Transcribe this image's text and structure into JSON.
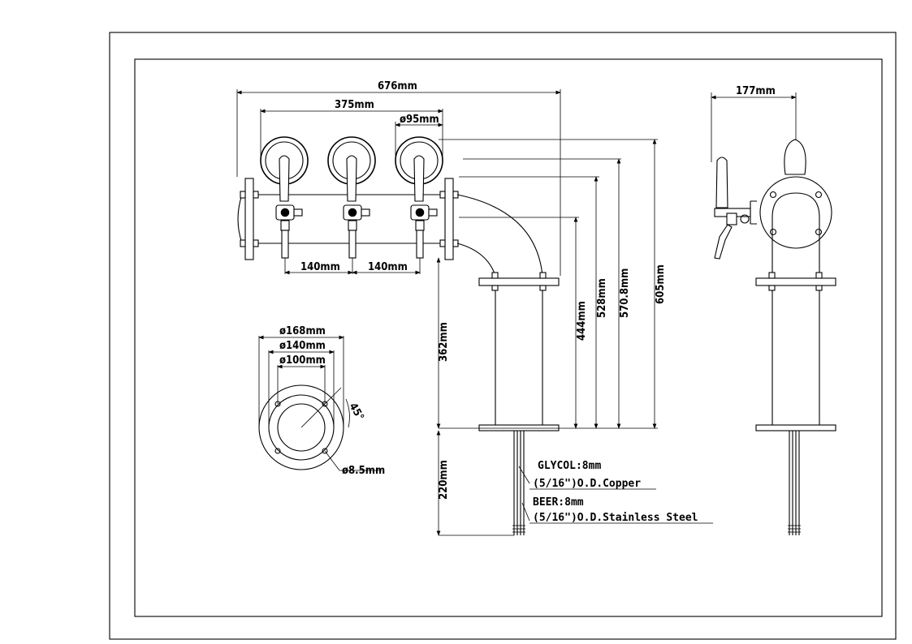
{
  "dimensions": {
    "overall_width": "676mm",
    "tap_span": "375mm",
    "flange_diameter": "ø95mm",
    "tap_spacing_1": "140mm",
    "tap_spacing_2": "140mm",
    "depth": "177mm",
    "height_top": "605mm",
    "height_570": "570.8mm",
    "height_528": "528mm",
    "height_444": "444mm",
    "column_height": "362mm",
    "line_length": "220mm",
    "base_outer": "ø168mm",
    "base_bolt_circle": "ø140mm",
    "base_inner": "ø100mm",
    "bolt_angle": "45°",
    "bolt_hole": "ø8.5mm"
  },
  "notes": {
    "glycol_line1": "GLYCOL:8mm",
    "glycol_line2": "(5/16\")O.D.Copper",
    "beer_line1": "BEER:8mm",
    "beer_line2": "(5/16\")O.D.Stainless Steel"
  }
}
